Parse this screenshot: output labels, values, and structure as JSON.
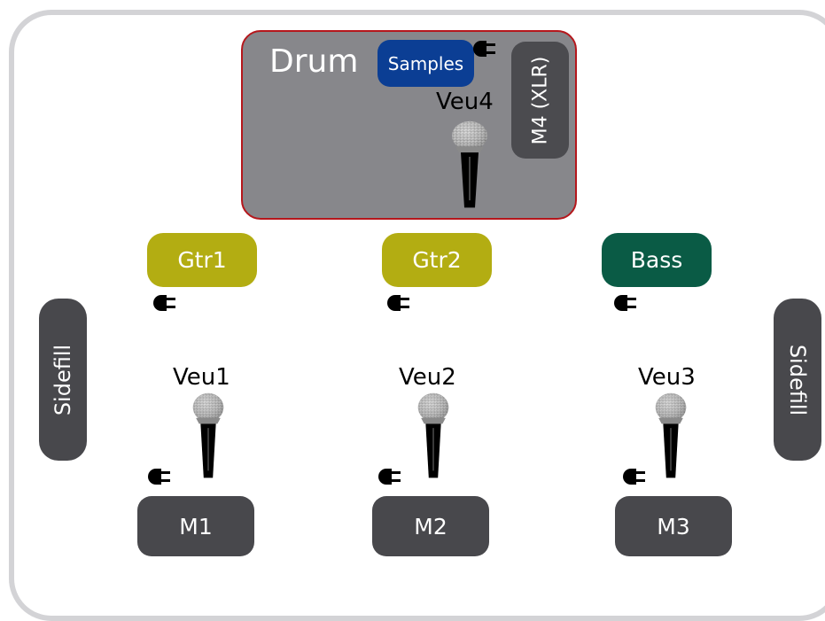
{
  "stage": {
    "drum": {
      "label": "Drum",
      "samples_label": "Samples",
      "monitor_label": "M4 (XLR)",
      "mic_label": "Veu4"
    },
    "amps": [
      {
        "label": "Gtr1",
        "color": "#b3ad12"
      },
      {
        "label": "Gtr2",
        "color": "#b3ad12"
      },
      {
        "label": "Bass",
        "color": "#0a5b45"
      }
    ],
    "mics": [
      {
        "label": "Veu1"
      },
      {
        "label": "Veu2"
      },
      {
        "label": "Veu3"
      }
    ],
    "monitors": [
      {
        "label": "M1"
      },
      {
        "label": "M2"
      },
      {
        "label": "M3"
      }
    ],
    "sidefills": [
      {
        "label": "Sidefill"
      },
      {
        "label": "Sidefill"
      }
    ],
    "colors": {
      "riser_fill": "#87878b",
      "riser_border": "#b5171c",
      "samples": "#0b3e94",
      "monitor": "#48484c",
      "stage_border": "#d3d3d6"
    },
    "icons": {
      "power": "power-plug-icon",
      "microphone": "microphone-icon"
    }
  }
}
